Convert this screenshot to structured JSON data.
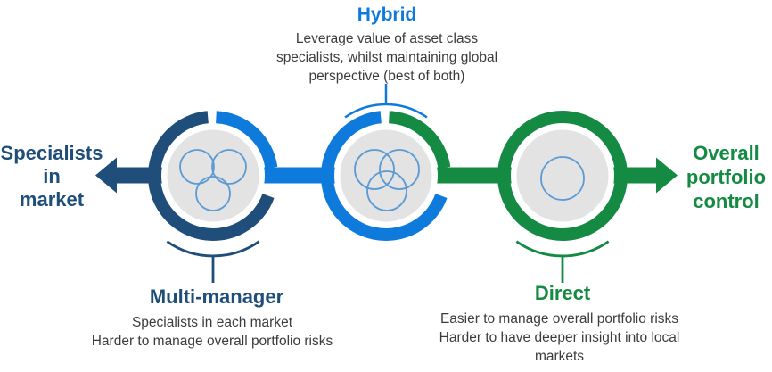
{
  "diagram": {
    "hybrid": {
      "title": "Hybrid",
      "description": "Leverage value of asset class\nspecialists, whilst maintaining global\nperspective (best of both)"
    },
    "left_arrow_label": "Specialists\nin\nmarket",
    "right_arrow_label": "Overall\nportfolio\ncontrol",
    "multi_manager": {
      "title": "Multi-manager",
      "description": "Specialists in each market\nHarder to manage overall portfolio risks"
    },
    "direct": {
      "title": "Direct",
      "description": "Easier to manage overall portfolio risks\nHarder to have deeper insight into local\nmarkets"
    },
    "nodes": [
      {
        "name": "multi-manager",
        "icon": "three-separate-circles-icon",
        "ring_color": "#1E4E79"
      },
      {
        "name": "hybrid",
        "icon": "three-overlapping-circles-icon",
        "ring_color": "#0E7BDC"
      },
      {
        "name": "direct",
        "icon": "single-circle-icon",
        "ring_color": "#148A43"
      }
    ],
    "colors": {
      "navy": "#1E4E79",
      "blue": "#0E7BDC",
      "green": "#148A43",
      "inner_circle_blue": "#5B9BD5",
      "inner_gray": "#E3E3E3",
      "text": "#3C3C3C"
    }
  }
}
